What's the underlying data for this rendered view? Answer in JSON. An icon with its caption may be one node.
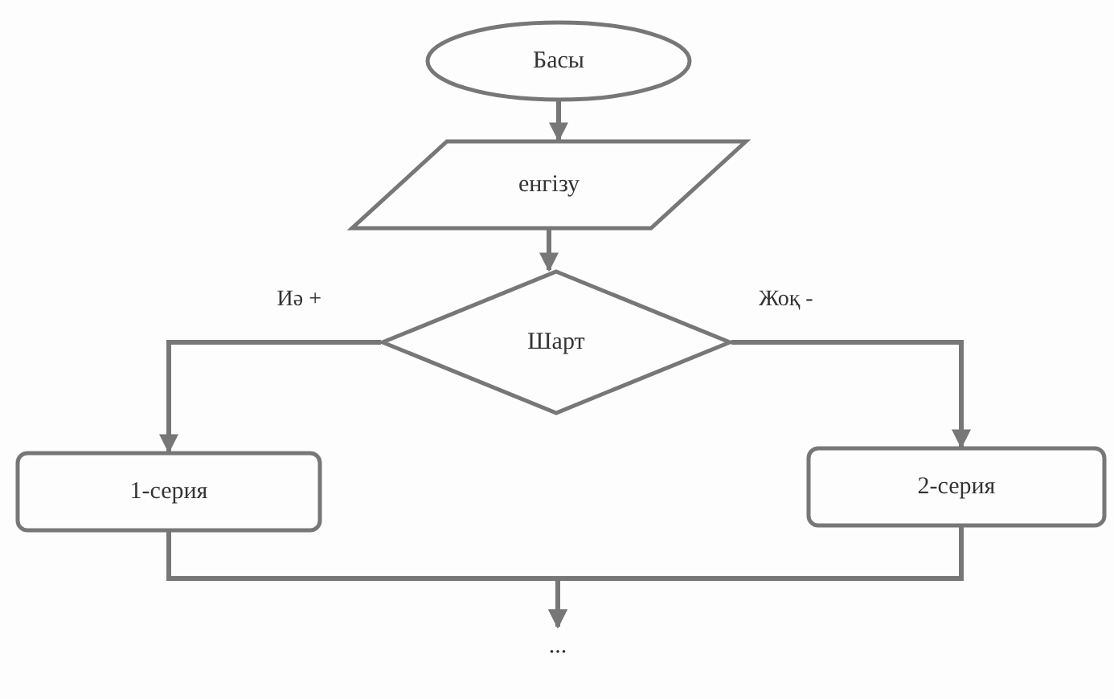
{
  "diagram": {
    "nodes": [
      {
        "text": [
          "Басы"
        ]
      },
      {
        "text": [
          "енгізу"
        ]
      },
      {
        "text": [
          "Шарт"
        ]
      },
      {
        "text": [
          "1-серия"
        ]
      },
      {
        "text": [
          "2-серия"
        ]
      },
      {
        "text": [
          "..."
        ]
      }
    ],
    "edges": [
      {
        "from": 0,
        "to": 1,
        "arrow": "to"
      },
      {
        "from": 1,
        "to": 2,
        "arrow": "to"
      },
      {
        "from": 2,
        "to": 3,
        "arrow": "to",
        "label": "Иә +"
      },
      {
        "from": 2,
        "to": 4,
        "arrow": "to",
        "label": "Жоқ -"
      },
      {
        "from": 3,
        "to": 5,
        "arrow": "to"
      },
      {
        "from": 4,
        "to": 5,
        "arrow": "to"
      }
    ]
  }
}
